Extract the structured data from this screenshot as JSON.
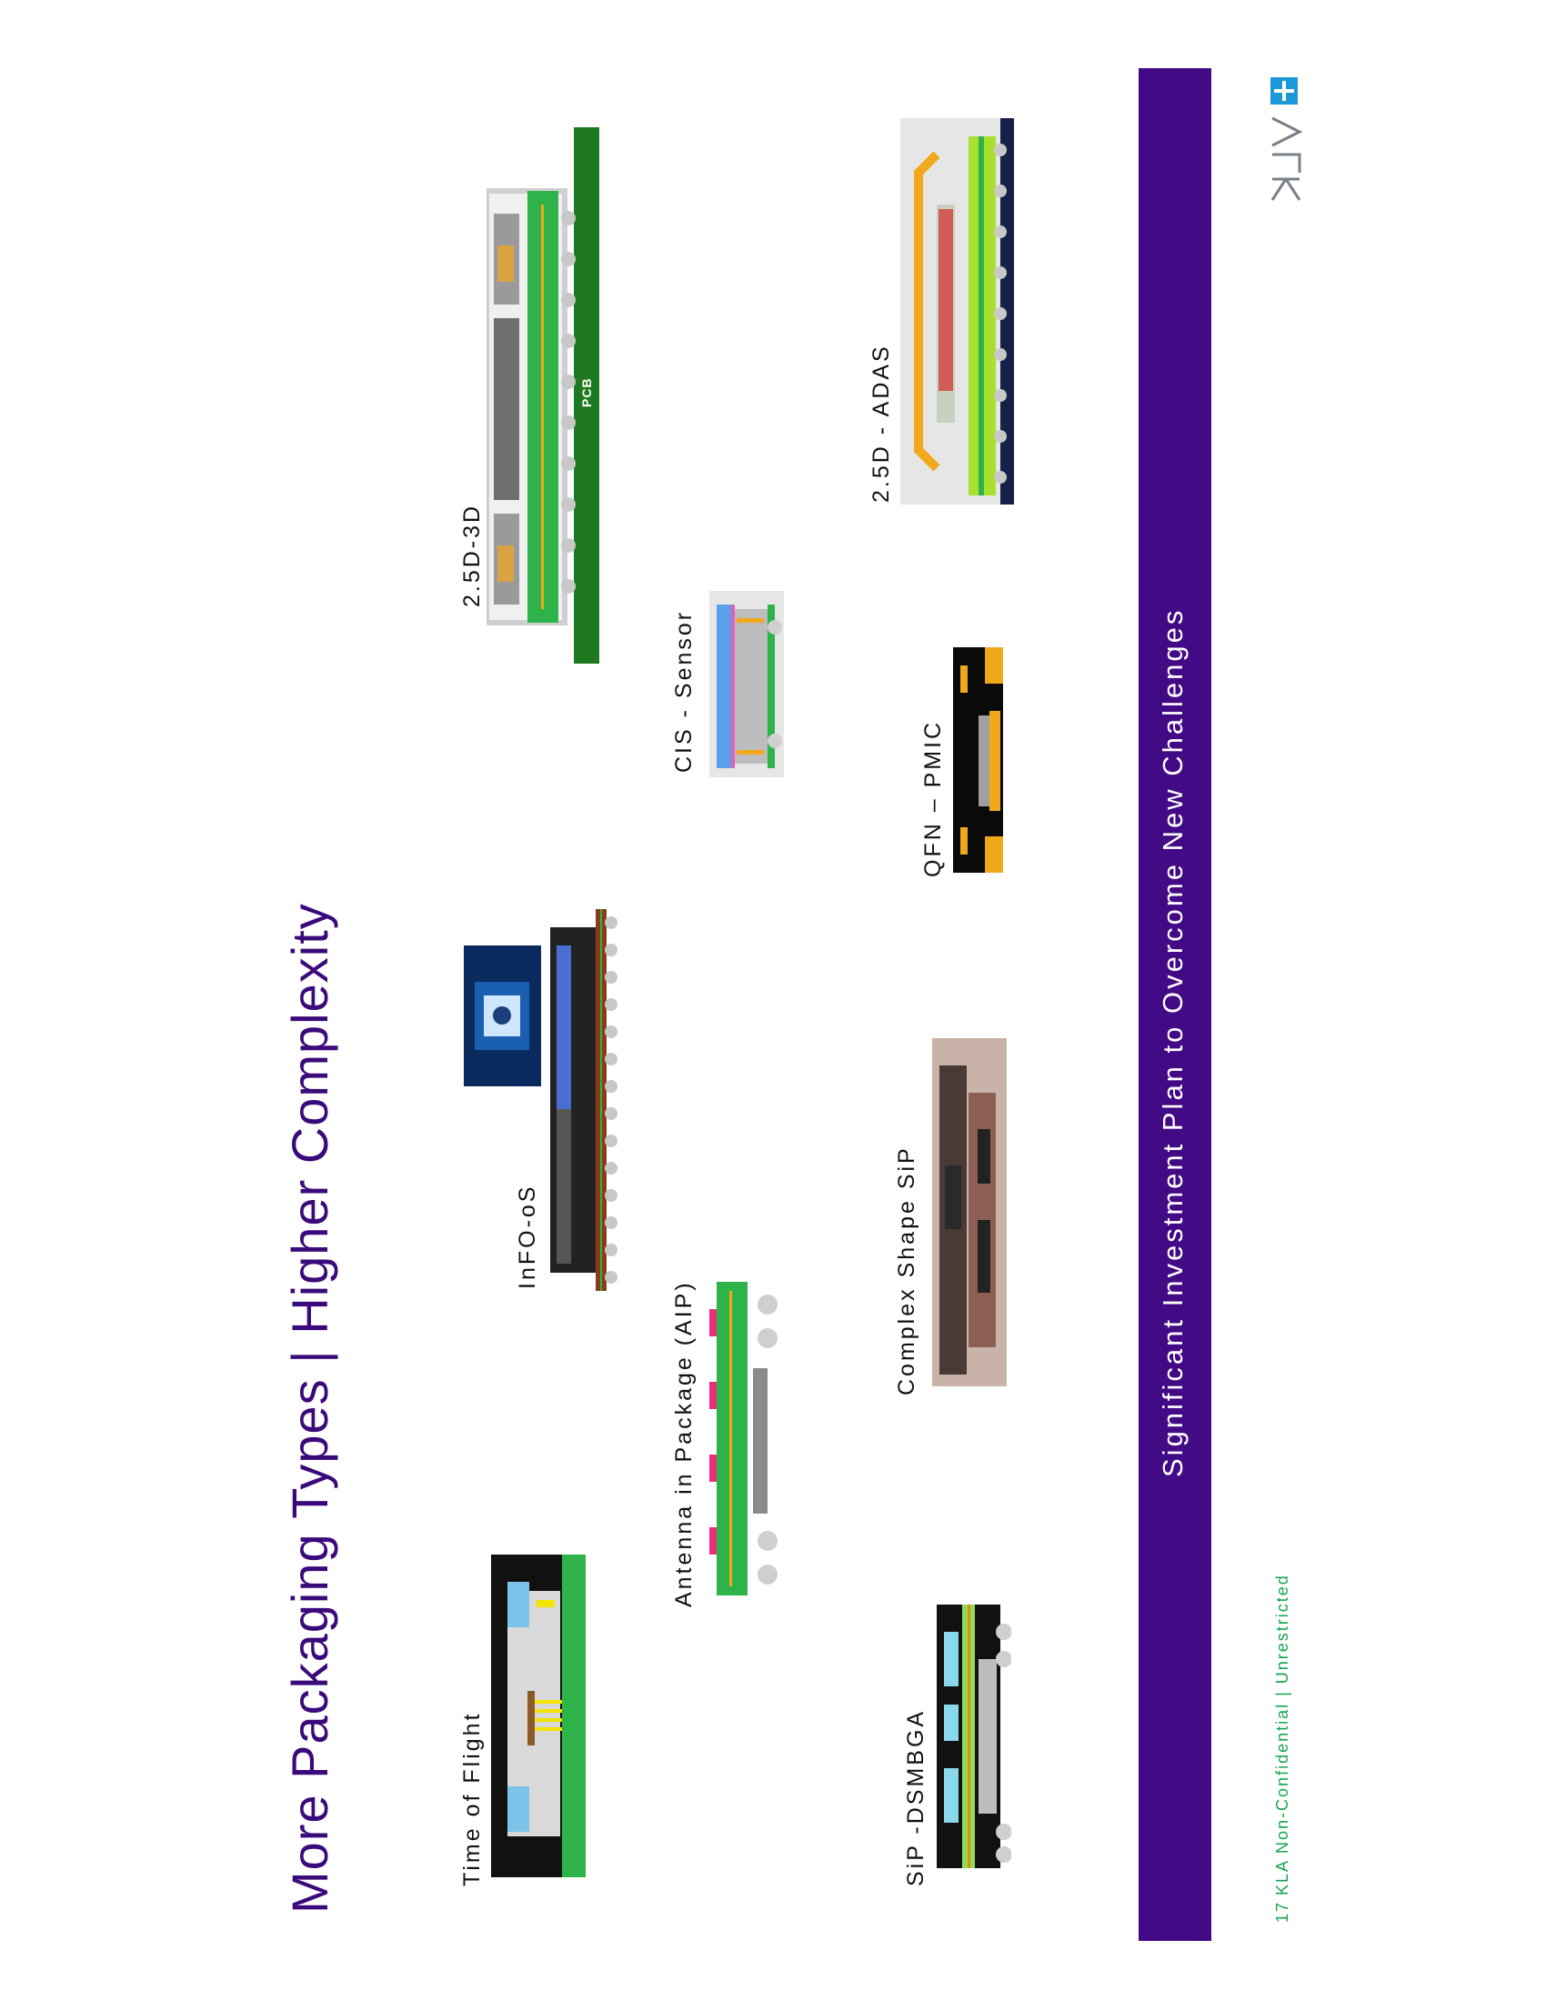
{
  "slide": {
    "title": "More Packaging Types | Higher Complexity",
    "banner": "Significant Investment Plan to Overcome New Challenges",
    "page_number": "17",
    "classification": "KLA Non-Confidential | Unrestricted",
    "logo_text": "KLA"
  },
  "packages": {
    "time_of_flight": "Time of Flight",
    "sip_dsmbga": "SiP -DSMBGA",
    "antenna_in_package": "Antenna in Package (AIP)",
    "info_os": "InFO-oS",
    "complex_shape_sip": "Complex Shape SiP",
    "cis_sensor": "CIS - Sensor",
    "qfn_pmic": "QFN – PMIC",
    "d25_3d": "2.5D-3D",
    "d25_adas": "2.5D - ADAS",
    "pcb_label": "PCB"
  },
  "colors": {
    "title": "#3b0a7a",
    "banner": "#430a86",
    "footer": "#13a54f",
    "logo": "#1a99d6"
  }
}
